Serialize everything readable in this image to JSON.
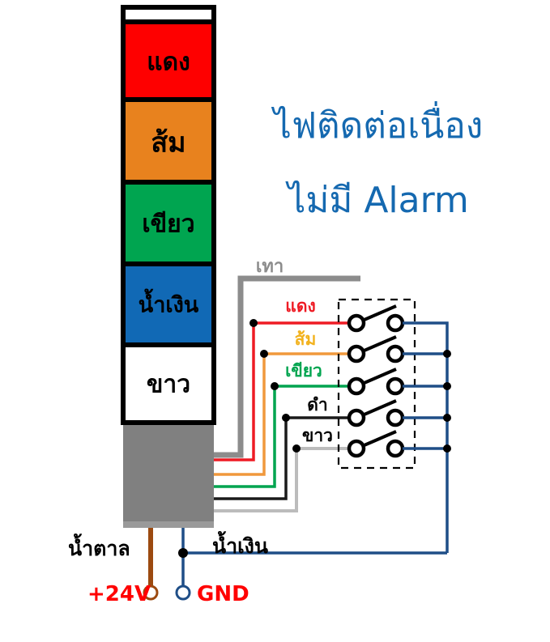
{
  "diagram": {
    "title_lines": [
      "ไฟติดต่อเนื่อง",
      "ไม่มี Alarm"
    ],
    "title_color": "#1569b0"
  },
  "tower": {
    "name": "tower-light-stack",
    "segments": [
      {
        "label": "แดง",
        "fill": "#fe0000",
        "text_color": "#000000"
      },
      {
        "label": "ส้ม",
        "fill": "#e8821e",
        "text_color": "#000000"
      },
      {
        "label": "เขียว",
        "fill": "#00a550",
        "text_color": "#000000"
      },
      {
        "label": "น้ำเงิน",
        "fill": "#1169b5",
        "text_color": "#000000"
      },
      {
        "label": "ขาว",
        "fill": "#ffffff",
        "text_color": "#000000"
      }
    ],
    "base_fill": "#808080"
  },
  "wires": {
    "gray": {
      "label": "เทา",
      "color": "#8c8c8c",
      "label_color": "#8c8c8c"
    },
    "red": {
      "label": "แดง",
      "color": "#ee1b24",
      "label_color": "#ee1b24"
    },
    "orange": {
      "label": "ส้ม",
      "color": "#f0983c",
      "label_color": "#f2b21d"
    },
    "green": {
      "label": "เขียว",
      "color": "#00a44f",
      "label_color": "#00a44f"
    },
    "black": {
      "label": "ดำ",
      "color": "#1a1a1a",
      "label_color": "#000000"
    },
    "white": {
      "label": "ขาว",
      "color": "#bcbcbc",
      "label_color": "#000000"
    },
    "brown": {
      "label": "น้ำตาล",
      "color": "#9c4a10",
      "label_color": "#000000"
    },
    "blue": {
      "label": "น้ำเงิน",
      "color": "#1f4e87",
      "label_color": "#000000"
    }
  },
  "terminals": {
    "supply": {
      "label": "+24V",
      "color": "#ff0000"
    },
    "ground": {
      "label": "GND",
      "color": "#ff0000"
    }
  },
  "switch_bank": {
    "name": "relay-contact-block",
    "count": 5,
    "state": "open"
  }
}
